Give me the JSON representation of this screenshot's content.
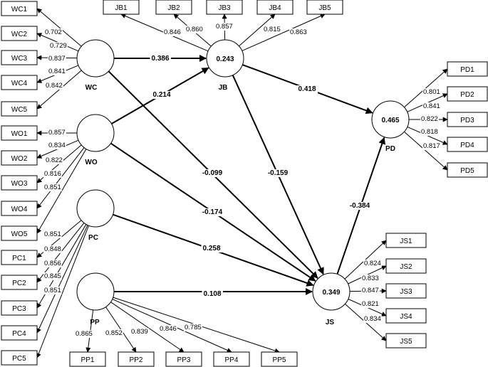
{
  "constructs": [
    {
      "id": "WC",
      "name": "WC",
      "r2": ""
    },
    {
      "id": "WO",
      "name": "WO",
      "r2": ""
    },
    {
      "id": "PC",
      "name": "PC",
      "r2": ""
    },
    {
      "id": "PP",
      "name": "PP",
      "r2": ""
    },
    {
      "id": "JB",
      "name": "JB",
      "r2": "0.243"
    },
    {
      "id": "JS",
      "name": "JS",
      "r2": "0.349"
    },
    {
      "id": "PD",
      "name": "PD",
      "r2": "0.465"
    }
  ],
  "indicators": [
    {
      "label": "WC1",
      "construct": "WC",
      "loading": "0.702"
    },
    {
      "label": "WC2",
      "construct": "WC",
      "loading": "0.729"
    },
    {
      "label": "WC3",
      "construct": "WC",
      "loading": "0.837"
    },
    {
      "label": "WC4",
      "construct": "WC",
      "loading": "0.841"
    },
    {
      "label": "WC5",
      "construct": "WC",
      "loading": "0.842"
    },
    {
      "label": "WO1",
      "construct": "WO",
      "loading": "0.857"
    },
    {
      "label": "WO2",
      "construct": "WO",
      "loading": "0.834"
    },
    {
      "label": "WO3",
      "construct": "WO",
      "loading": "0.822"
    },
    {
      "label": "WO4",
      "construct": "WO",
      "loading": "0.816"
    },
    {
      "label": "WO5",
      "construct": "WO",
      "loading": "0.851"
    },
    {
      "label": "PC1",
      "construct": "PC",
      "loading": "0.851"
    },
    {
      "label": "PC2",
      "construct": "PC",
      "loading": "0.848"
    },
    {
      "label": "PC3",
      "construct": "PC",
      "loading": "0.856"
    },
    {
      "label": "PC4",
      "construct": "PC",
      "loading": "0.845"
    },
    {
      "label": "PC5",
      "construct": "PC",
      "loading": "0.851"
    },
    {
      "label": "PP1",
      "construct": "PP",
      "loading": "0.865"
    },
    {
      "label": "PP2",
      "construct": "PP",
      "loading": "0.852"
    },
    {
      "label": "PP3",
      "construct": "PP",
      "loading": "0.839"
    },
    {
      "label": "PP4",
      "construct": "PP",
      "loading": "0.846"
    },
    {
      "label": "PP5",
      "construct": "PP",
      "loading": "0.785"
    },
    {
      "label": "JB1",
      "construct": "JB",
      "loading": "0.846"
    },
    {
      "label": "JB2",
      "construct": "JB",
      "loading": "0.860"
    },
    {
      "label": "JB3",
      "construct": "JB",
      "loading": "0.857"
    },
    {
      "label": "JB4",
      "construct": "JB",
      "loading": "0.815"
    },
    {
      "label": "JB5",
      "construct": "JB",
      "loading": "0.863"
    },
    {
      "label": "PD1",
      "construct": "PD",
      "loading": "0.801"
    },
    {
      "label": "PD2",
      "construct": "PD",
      "loading": "0.841"
    },
    {
      "label": "PD3",
      "construct": "PD",
      "loading": "0.822"
    },
    {
      "label": "PD4",
      "construct": "PD",
      "loading": "0.818"
    },
    {
      "label": "PD5",
      "construct": "PD",
      "loading": "0.817"
    },
    {
      "label": "JS1",
      "construct": "JS",
      "loading": "0.824"
    },
    {
      "label": "JS2",
      "construct": "JS",
      "loading": "0.833"
    },
    {
      "label": "JS3",
      "construct": "JS",
      "loading": "0.847"
    },
    {
      "label": "JS4",
      "construct": "JS",
      "loading": "0.821"
    },
    {
      "label": "JS5",
      "construct": "JS",
      "loading": "0.834"
    }
  ],
  "paths": [
    {
      "from": "WC",
      "to": "JB",
      "coef": "0.386"
    },
    {
      "from": "WC",
      "to": "JS",
      "coef": "-0.099"
    },
    {
      "from": "WO",
      "to": "JB",
      "coef": "0.214"
    },
    {
      "from": "WO",
      "to": "JS",
      "coef": "-0.174"
    },
    {
      "from": "PC",
      "to": "JS",
      "coef": "0.258"
    },
    {
      "from": "PP",
      "to": "JS",
      "coef": "0.108"
    },
    {
      "from": "JB",
      "to": "PD",
      "coef": "0.418"
    },
    {
      "from": "JB",
      "to": "JS",
      "coef": "-0.159"
    },
    {
      "from": "JS",
      "to": "PD",
      "coef": "-0.384"
    }
  ]
}
